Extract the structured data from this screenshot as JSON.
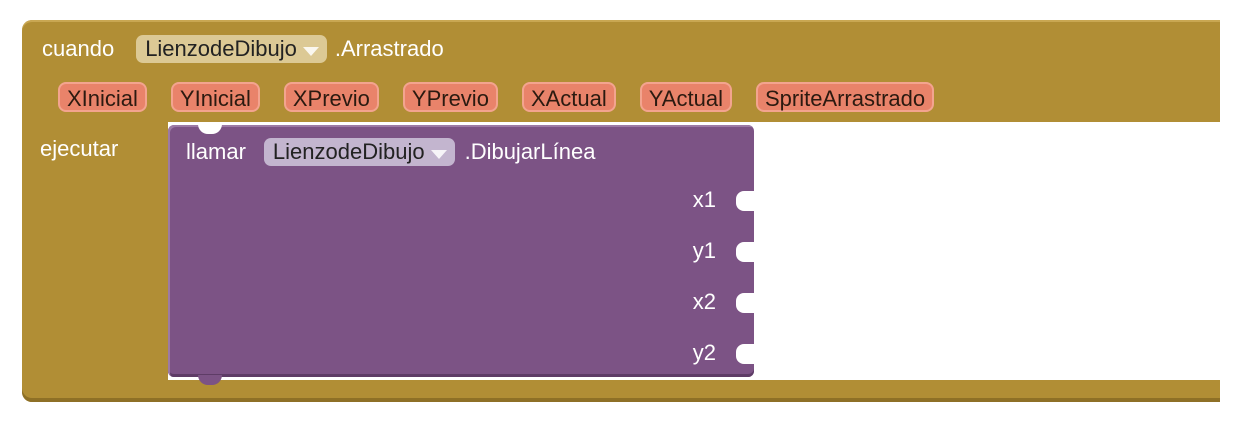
{
  "event_block": {
    "keyword": "cuando",
    "component": "LienzodeDibujo",
    "event_name": ".Arrastrado",
    "color": "#b18e35",
    "parameters": [
      "XInicial",
      "YInicial",
      "XPrevio",
      "YPrevio",
      "XActual",
      "YActual",
      "SpriteArrastrado"
    ],
    "do_label": "ejecutar"
  },
  "call_block": {
    "keyword": "llamar",
    "component": "LienzodeDibujo",
    "method_name": ".DibujarLínea",
    "color": "#7c5385",
    "arguments": [
      "x1",
      "y1",
      "x2",
      "y2"
    ]
  },
  "icons": {
    "dropdown": "chevron-down-icon"
  }
}
